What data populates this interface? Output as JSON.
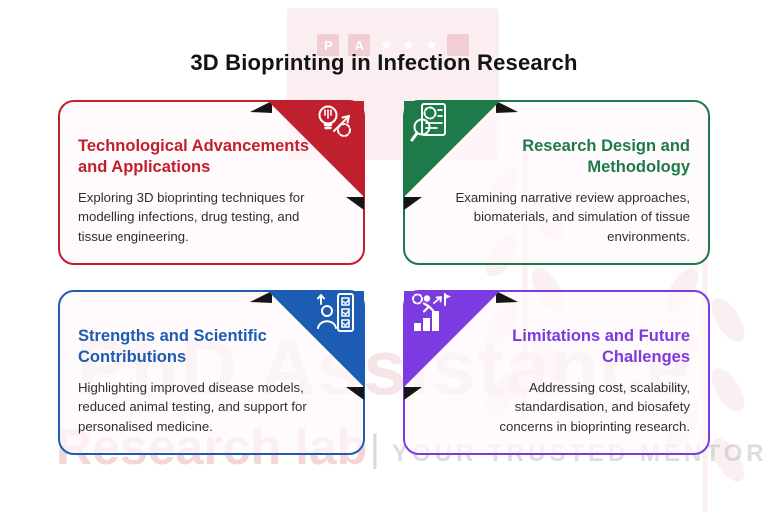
{
  "page": {
    "title": "3D Bioprinting in Infection Research",
    "title_color": "#141414",
    "background_color": "#ffffff"
  },
  "watermark": {
    "brand": "PhD Assistance",
    "brand_line2": "Research lab",
    "separator": "|",
    "tagline": "YOUR TRUSTED MENTOR",
    "logo_letters": {
      "l1": "P",
      "l2": "A"
    },
    "star_glyph": "★"
  },
  "cards": [
    {
      "title": "Technological Advancements and Applications",
      "description": "Exploring 3D bioprinting techniques for modelling infections, drug testing, and tissue engineering.",
      "accent_color": "#c0202e",
      "corner": "top-right",
      "icon": "innovation-bulb-gear-arrow-icon",
      "text_align": "left"
    },
    {
      "title": "Research Design and Methodology",
      "description": "Examining narrative review approaches, biomaterials, and simulation of tissue environments.",
      "accent_color": "#1e7b49",
      "corner": "top-left",
      "icon": "document-search-gear-icon",
      "text_align": "right"
    },
    {
      "title": "Strengths and Scientific Contributions",
      "description": "Highlighting improved disease models, reduced animal testing, and support for personalised medicine.",
      "accent_color": "#1d5cb3",
      "corner": "top-right",
      "icon": "person-checklist-arrow-icon",
      "text_align": "left"
    },
    {
      "title": "Limitations and Future Challenges",
      "description": "Addressing cost, scalability, standardisation, and biosafety concerns in bioprinting research.",
      "accent_color": "#7c3be1",
      "corner": "top-left",
      "icon": "runner-growth-chart-flag-icon",
      "text_align": "right"
    }
  ]
}
